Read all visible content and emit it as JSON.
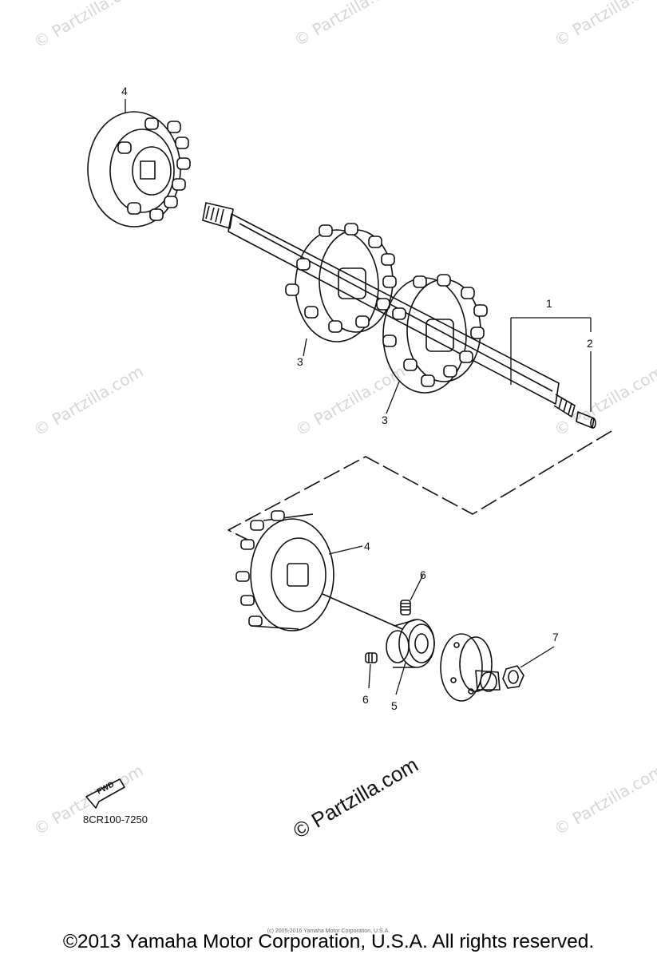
{
  "watermark": {
    "text": "© Partzilla.com",
    "color": "#d6d6d6"
  },
  "center_watermark": "© Partzilla.com",
  "callouts": [
    "1",
    "2",
    "3",
    "3",
    "4",
    "4",
    "5",
    "6",
    "6",
    "7"
  ],
  "fwd_label": "FWD",
  "part_code": "8CR100-7250",
  "small_print": "(c) 2005-2016 Yamaha Motor Corporation, U.S.A.",
  "copyright": "©2013 Yamaha Motor Corporation, U.S.A. All rights reserved."
}
